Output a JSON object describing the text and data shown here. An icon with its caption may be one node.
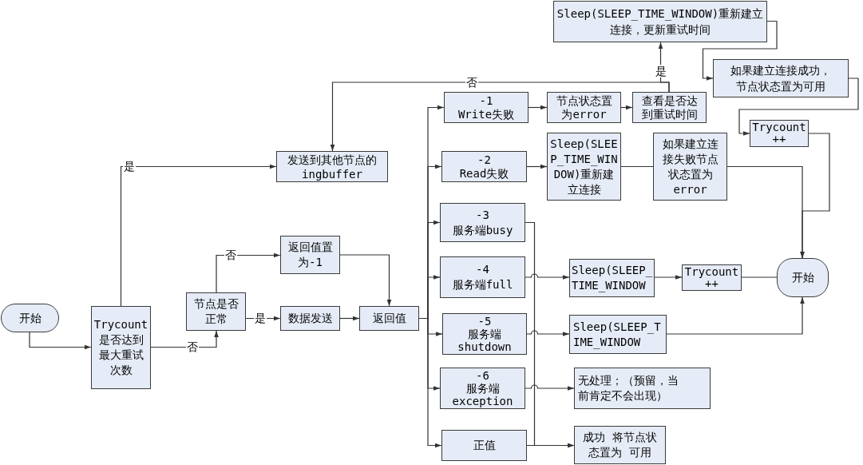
{
  "diagram": {
    "nodes": [
      {
        "text": [
          "开始"
        ]
      },
      {
        "text": [
          "Trycount是否达到最大重试次数"
        ]
      },
      {
        "text": [
          "发送到其他节点的ingbuffer"
        ]
      },
      {
        "text": [
          "节点是否正常"
        ]
      },
      {
        "text": [
          "返回值置为-1"
        ]
      },
      {
        "text": [
          "数据发送"
        ]
      },
      {
        "text": [
          "返回值"
        ]
      },
      {
        "text": [
          "Sleep(SLEEP_TIME_WINDOW)重新建立连接，更新重试时间"
        ]
      },
      {
        "text": [
          "如果建立连接成功，节点状态置为可用"
        ]
      },
      {
        "text": [
          "-1",
          "Write失败"
        ]
      },
      {
        "text": [
          "节点状态置为error"
        ]
      },
      {
        "text": [
          "查看是否达到重试时间"
        ]
      },
      {
        "text": [
          "Trycount ++"
        ]
      },
      {
        "text": [
          "-2",
          "Read失败"
        ]
      },
      {
        "text": [
          "Sleep(SLEEP_TIME_WINDOW)重新建立连接"
        ]
      },
      {
        "text": [
          "如果建立连接失败节点状态置为error"
        ]
      },
      {
        "text": [
          "-3",
          "服务端busy"
        ]
      },
      {
        "text": [
          "-4",
          "服务端full"
        ]
      },
      {
        "text": [
          "Sleep(SLEEP_TIME_WINDOW"
        ]
      },
      {
        "text": [
          "Trycount ++"
        ]
      },
      {
        "text": [
          "开始"
        ]
      },
      {
        "text": [
          "-5",
          "服务端shutdown"
        ]
      },
      {
        "text": [
          "Sleep(SLEEP_TIME_WINDOW"
        ]
      },
      {
        "text": [
          "-6",
          "服务端exception"
        ]
      },
      {
        "text": [
          "无处理；（预留，当前肯定不会出现）"
        ]
      },
      {
        "text": [
          "正值"
        ]
      },
      {
        "text": [
          "成功 将节点状态置为 可用"
        ]
      }
    ],
    "edges": [
      {
        "from": 0,
        "to": 1,
        "arrow": "to"
      },
      {
        "from": 1,
        "to": 2,
        "arrow": "to",
        "label": "是"
      },
      {
        "from": 1,
        "to": 3,
        "arrow": "to",
        "label": "否"
      },
      {
        "from": 3,
        "to": 4,
        "arrow": "to",
        "label": "否"
      },
      {
        "from": 3,
        "to": 5,
        "arrow": "to",
        "label": "是"
      },
      {
        "from": 4,
        "to": 6,
        "arrow": "to"
      },
      {
        "from": 5,
        "to": 6,
        "arrow": "to"
      },
      {
        "from": 6,
        "to": 9,
        "arrow": "to"
      },
      {
        "from": 6,
        "to": 13,
        "arrow": "to"
      },
      {
        "from": 6,
        "to": 16,
        "arrow": "to"
      },
      {
        "from": 6,
        "to": 17,
        "arrow": "to"
      },
      {
        "from": 6,
        "to": 21,
        "arrow": "to"
      },
      {
        "from": 6,
        "to": 23,
        "arrow": "to"
      },
      {
        "from": 6,
        "to": 25,
        "arrow": "to"
      },
      {
        "from": 9,
        "to": 10,
        "arrow": "to"
      },
      {
        "from": 10,
        "to": 11,
        "arrow": "to"
      },
      {
        "from": 11,
        "to": 7,
        "arrow": "to",
        "label": "是"
      },
      {
        "from": 11,
        "to": 2,
        "arrow": "to",
        "label": "否"
      },
      {
        "from": 7,
        "to": 8,
        "arrow": "to"
      },
      {
        "from": 8,
        "to": 12,
        "arrow": "to"
      },
      {
        "from": 12,
        "to": 20,
        "arrow": "to"
      },
      {
        "from": 13,
        "to": 14,
        "arrow": "to"
      },
      {
        "from": 14,
        "to": 15,
        "arrow": "none"
      },
      {
        "from": 15,
        "to": 20,
        "arrow": "to"
      },
      {
        "from": 16,
        "to": 26,
        "arrow": "to"
      },
      {
        "from": 17,
        "to": 18,
        "arrow": "to"
      },
      {
        "from": 18,
        "to": 19,
        "arrow": "to"
      },
      {
        "from": 19,
        "to": 20,
        "arrow": "none"
      },
      {
        "from": 21,
        "to": 22,
        "arrow": "to"
      },
      {
        "from": 22,
        "to": 20,
        "arrow": "to"
      },
      {
        "from": 23,
        "to": 24,
        "arrow": "to"
      },
      {
        "from": 25,
        "to": 26,
        "arrow": "to"
      }
    ]
  }
}
